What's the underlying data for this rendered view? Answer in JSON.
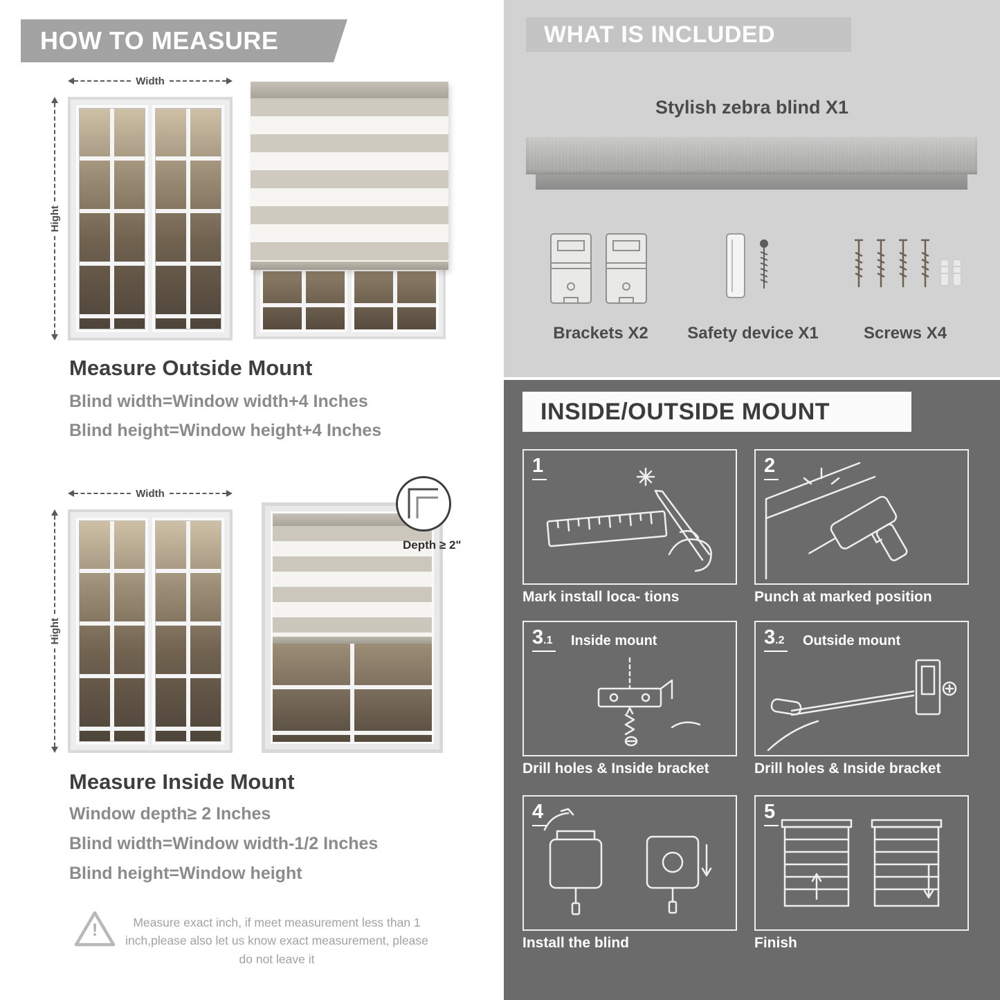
{
  "colors": {
    "left_banner": "#a3a3a3",
    "included_bg": "#d2d2d2",
    "included_banner": "#c4c4c4",
    "mount_bg": "#6b6b6b",
    "mount_banner_bg": "#fbfbfb",
    "heading_text": "#3e3e3e",
    "body_text": "#8b8b8b"
  },
  "left": {
    "banner": "HOW TO MEASURE",
    "measure": {
      "width": "Width",
      "height": "Hight"
    },
    "outside": {
      "heading": "Measure Outside Mount",
      "lines": [
        "Blind width=Window width+4 Inches",
        "Blind height=Window height+4 Inches"
      ]
    },
    "inside": {
      "depth": "Depth ≥ 2\"",
      "heading": "Measure Inside Mount",
      "lines": [
        "Window depth≥ 2 Inches",
        "Blind width=Window width-1/2 Inches",
        "Blind height=Window height"
      ]
    },
    "warning": {
      "mark": "!",
      "text": "Measure exact inch, if meet measurement less than 1 inch,please also let us know exact measurement, please do not leave it"
    }
  },
  "included": {
    "banner": "WHAT IS INCLUDED",
    "product": "Stylish zebra blind X1",
    "items": [
      {
        "label": "Brackets X2"
      },
      {
        "label": "Safety device X1"
      },
      {
        "label": "Screws X4"
      }
    ]
  },
  "mount": {
    "banner": "INSIDE/OUTSIDE MOUNT",
    "steps": [
      {
        "num": "1",
        "caption": "Mark install loca- tions"
      },
      {
        "num": "2",
        "caption": "Punch at  marked position"
      },
      {
        "num": "3",
        "sub": ".1",
        "title": "Inside mount",
        "caption": "Drill holes &  Inside bracket"
      },
      {
        "num": "3",
        "sub": ".2",
        "title": "Outside mount",
        "caption": "Drill holes &  Inside bracket"
      },
      {
        "num": "4",
        "caption": "Install the blind"
      },
      {
        "num": "5",
        "caption": "Finish"
      }
    ]
  }
}
